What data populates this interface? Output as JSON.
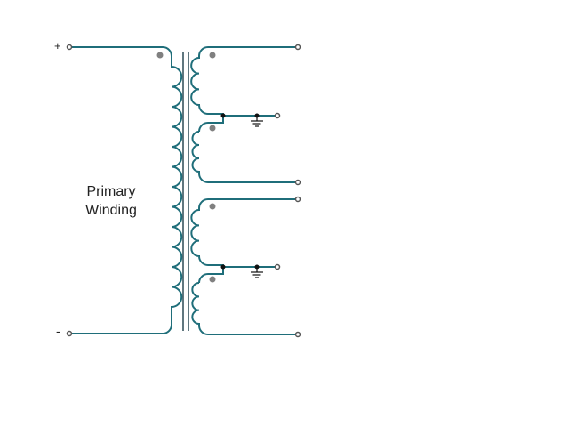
{
  "labels": {
    "primary_line1": "Primary",
    "primary_line2": "Winding",
    "plus": "+",
    "minus": "-"
  },
  "colors": {
    "winding": "#1f6e7a",
    "core": "#2b4a55",
    "terminal": "#555555",
    "polarity_dot": "#808080",
    "tap_node": "#111111",
    "text": "#222222"
  },
  "components": {
    "primary_winding_turns": 12,
    "secondary_windings": 2,
    "secondary_turns_each": 6,
    "center_taps_grounded": true
  }
}
